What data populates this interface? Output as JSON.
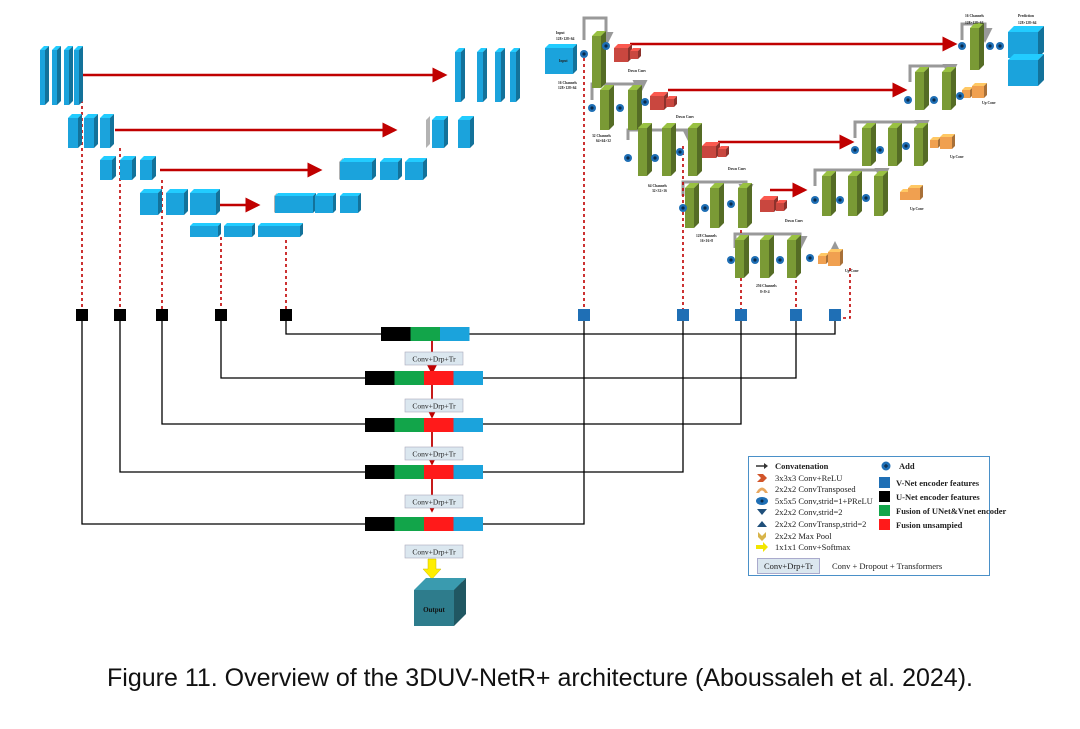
{
  "figure": {
    "caption": "Figure 11. Overview of the 3DUV-NetR+ architecture (Aboussaleh et al. 2024).",
    "block_label": "Conv+Drp+Tr",
    "output_label": "Output",
    "vnet_labels": {
      "input": "Input",
      "input_dims": "128×128×64",
      "input_cube": "Input",
      "l1": "16 Channels",
      "l1_dims": "128×128×64",
      "l2": "32 Channels",
      "l2_dims": "64×64×32",
      "l3": "64 Channels",
      "l3_dims": "32×32×16",
      "l4": "128 Channels",
      "l4_dims": "16×16×8",
      "l5": "256 Channels",
      "l5_dims": "8×8×4",
      "down_conv": "Down Conv",
      "up_conv": "Up Conv",
      "d1": "16 Channels",
      "d1_dims": "128×128×64",
      "prediction": "Prediction",
      "prediction_dims": "128×128×64"
    },
    "colors": {
      "unet_block": "#1ba3dc",
      "vnet_block": "#7a9a35",
      "skip_arrow": "#c00000",
      "vnet_feature": "#1f6fb5",
      "unet_feature": "#000000",
      "fusion_encoder": "#12a54a",
      "fusion_upsampled": "#ff1a1a",
      "output": "#2e7c8c"
    }
  },
  "legend": {
    "items_left": [
      {
        "icon": "concatenation-arrow-icon",
        "label": "Convatenation"
      },
      {
        "icon": "conv-relu-icon",
        "label": "3x3x3 Conv+ReLU"
      },
      {
        "icon": "conv-transposed-icon",
        "label": "2x2x2 ConvTransposed"
      },
      {
        "icon": "conv-prelu-icon",
        "label": "5x5x5 Conv,strid=1+PReLU"
      },
      {
        "icon": "conv-down-icon",
        "label": "2x2x2 Conv,strid=2"
      },
      {
        "icon": "conv-transp-up-icon",
        "label": "2x2x2 ConvTransp,strid=2"
      },
      {
        "icon": "max-pool-icon",
        "label": "2x2x2 Max Pool"
      },
      {
        "icon": "softmax-arrow-icon",
        "label": "1x1x1 Conv+Softmax"
      }
    ],
    "items_right": [
      {
        "icon": "add-icon",
        "label": "Add"
      },
      {
        "icon": "vnet-feature-swatch",
        "label": "V-Net encoder features"
      },
      {
        "icon": "unet-feature-swatch",
        "label": "U-Net encoder features"
      },
      {
        "icon": "fusion-encoder-swatch",
        "label": "Fusion of UNet&Vnet encoder"
      },
      {
        "icon": "fusion-upsampled-swatch",
        "label": "Fusion unsampied"
      }
    ],
    "block_key": "Conv+Drp+Tr",
    "block_desc": "Conv + Dropout + Transformers"
  }
}
